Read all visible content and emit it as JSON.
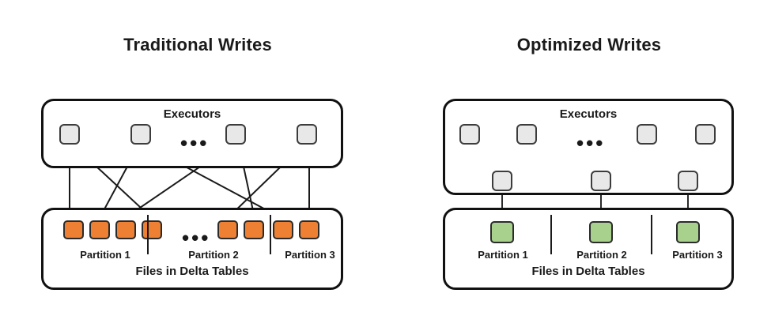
{
  "diagram": {
    "type": "comparison-diagram",
    "colors": {
      "orange_file": "#ED8033",
      "green_file": "#A9D18E",
      "executor_node": "#E8E8E8",
      "stroke": "#111111",
      "text": "#1A1A1A",
      "background": "#FFFFFF"
    },
    "panels": [
      {
        "id": "traditional",
        "title": "Traditional Writes",
        "executors": {
          "label": "Executors",
          "nodes": [
            "executor-1",
            "executor-2",
            "executor-3",
            "executor-4"
          ],
          "ellipsis": "•••"
        },
        "files": {
          "label": "Files in Delta Tables",
          "ellipsis": "•••",
          "file_count": 8,
          "partitions": [
            {
              "label": "Partition 1",
              "files": 4
            },
            {
              "label": "Partition 2",
              "files": 2
            },
            {
              "label": "Partition 3",
              "files": 2
            }
          ]
        }
      },
      {
        "id": "optimized",
        "title": "Optimized Writes",
        "executors": {
          "label": "Executors",
          "nodes": [
            "executor-1",
            "executor-2",
            "executor-3",
            "executor-4"
          ],
          "shuffle_nodes": [
            "shuffle-1",
            "shuffle-2",
            "shuffle-3"
          ],
          "ellipsis": "•••"
        },
        "files": {
          "label": "Files in Delta Tables",
          "file_count": 3,
          "partitions": [
            {
              "label": "Partition 1",
              "files": 1
            },
            {
              "label": "Partition 2",
              "files": 1
            },
            {
              "label": "Partition 3",
              "files": 1
            }
          ]
        }
      }
    ]
  }
}
